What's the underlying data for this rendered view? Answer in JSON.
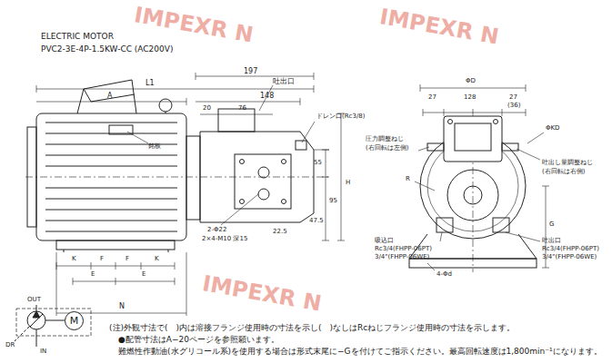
{
  "diagram": {
    "nodes": [
      {
        "text": [
          "M"
        ]
      }
    ],
    "labels": [
      "IMPEXR N",
      "IMPEXR N",
      "IMPEXR N",
      "ELECTRIC MOTOR",
      "PVC2-3E-4P-1.5KW-CC (AC200V)",
      "197",
      "吐出口",
      "L1",
      "A",
      "148",
      "20",
      "76",
      "銘板",
      "ドレン口(Rc3/8)",
      "55",
      "95",
      "47.5",
      "H",
      "2-Φ22",
      "2×4-M10 深15",
      "22.5",
      "K",
      "F",
      "F",
      "K",
      "E",
      "E",
      "N",
      "ΦD",
      "27",
      "128",
      "27",
      "(36)",
      "ΦKD",
      "圧力調整ねじ",
      "(右回転は左側)",
      "吐出し量調整ねじ",
      "(右回転は右側)",
      "R",
      "G",
      "吸込口",
      "Rc3/4(FHPP-06PT)",
      "3/4\"(FHPP-06WE)",
      "吐出口",
      "Rc3/4(FHPP-06PT)",
      "3/4\"(FHPP-06WE)",
      "4-Φd",
      "OUT",
      "DR",
      "IN",
      "(注)外観寸法で(　)内は溶接フランジ使用時の寸法を示し(　)なしはRcねじフランジ使用時の寸法を示します。",
      "●配管寸法はA−20ページを参照願います。",
      "難燃性作動油(水グリコール系)を使用する場合は形式末尾に−Gを付けてご指示ください。最高回転速度は1,800min⁻¹になります。"
    ]
  }
}
